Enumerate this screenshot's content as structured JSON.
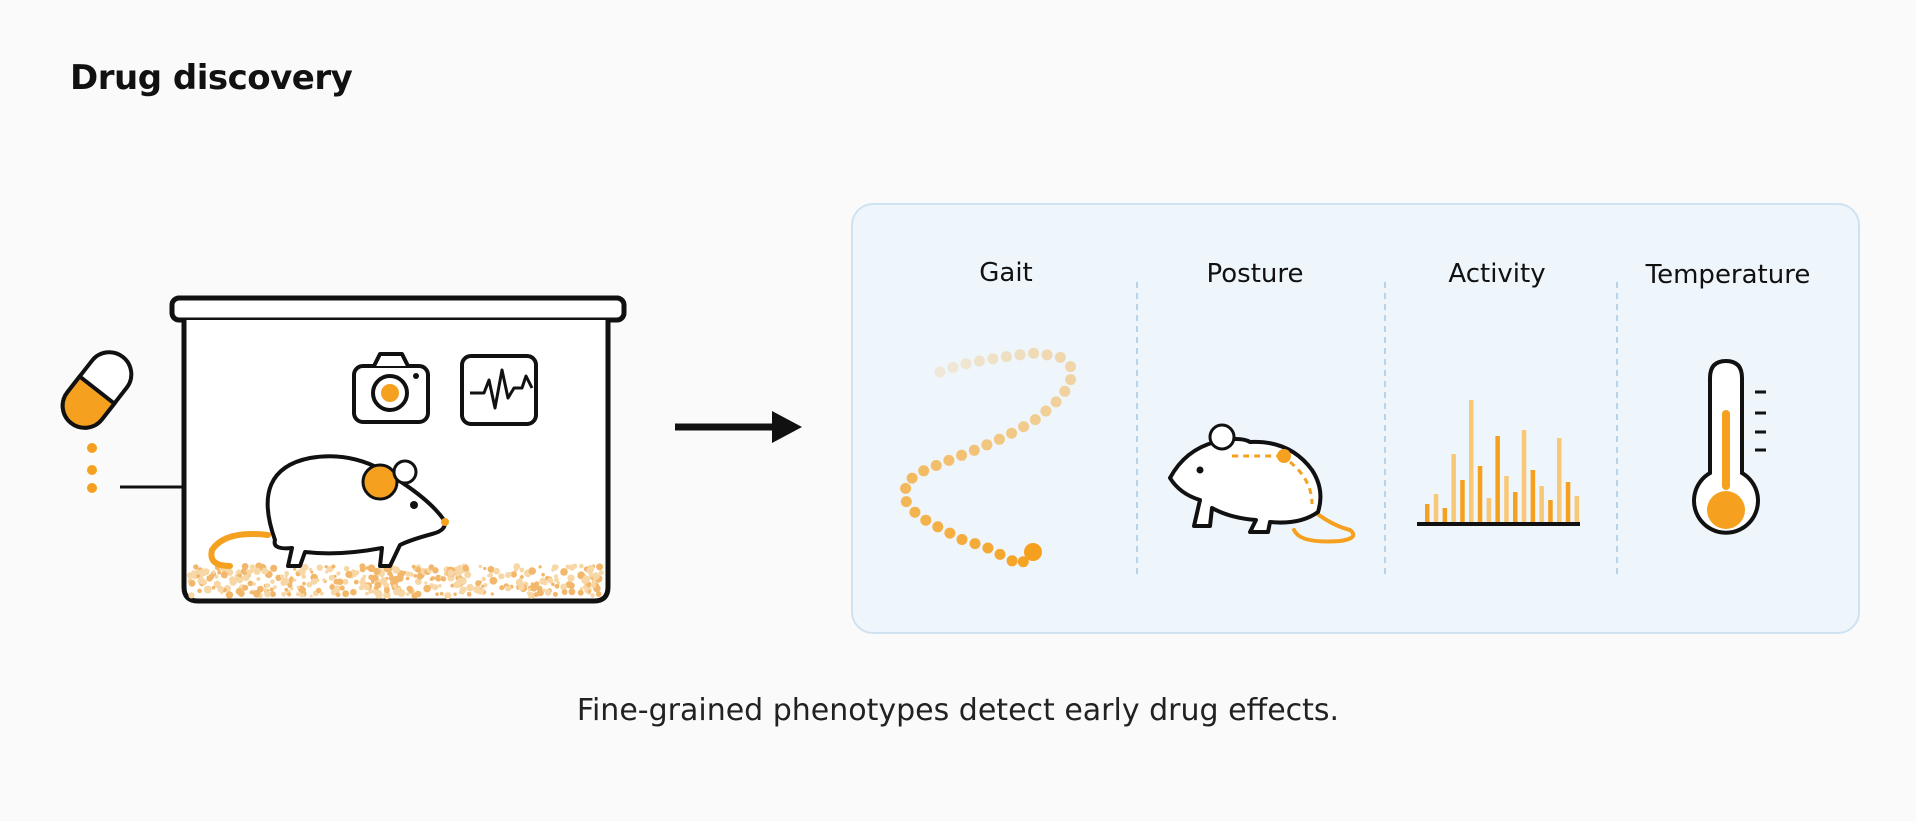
{
  "title": "Drug discovery",
  "caption": "Fine-grained phenotypes detect early drug effects.",
  "metrics": [
    {
      "label": "Gait",
      "icon": "gait-path-icon"
    },
    {
      "label": "Posture",
      "icon": "mouse-posture-icon"
    },
    {
      "label": "Activity",
      "icon": "activity-bars-icon"
    },
    {
      "label": "Temperature",
      "icon": "thermometer-icon"
    }
  ],
  "colors": {
    "accent": "#f5a11f",
    "accent_light": "#f9c877",
    "ink": "#111111",
    "panel_bg": "#eef5fb",
    "panel_border": "#cfe2f1"
  }
}
